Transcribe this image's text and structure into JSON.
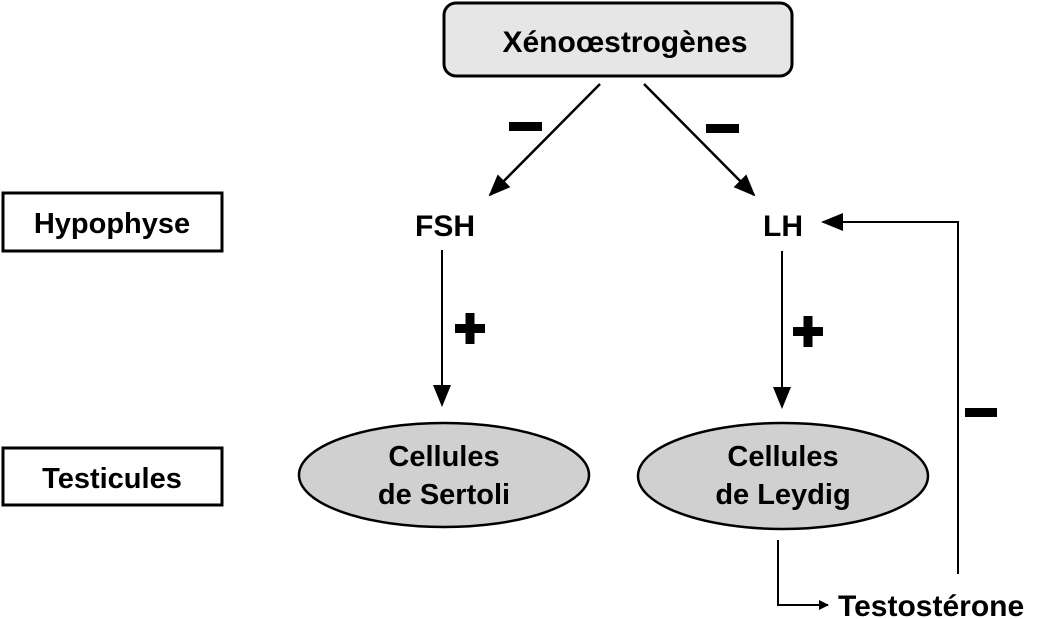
{
  "title_box": {
    "label": "Xénoœstrogènes"
  },
  "level_labels": {
    "hypophyse": "Hypophyse",
    "testicules": "Testicules"
  },
  "hormones": {
    "fsh": "FSH",
    "lh": "LH",
    "testosterone": "Testostérone"
  },
  "cells": {
    "sertoli": {
      "line1": "Cellules",
      "line2": "de Sertoli"
    },
    "leydig": {
      "line1": "Cellules",
      "line2": "de Leydig"
    }
  },
  "effects": {
    "xeno_to_fsh": "–",
    "xeno_to_lh": "–",
    "fsh_to_sertoli": "+",
    "lh_to_leydig": "+",
    "testosterone_to_lh": "–"
  },
  "colors": {
    "box_fill": "#e6e6e6",
    "ellipse_fill": "#d0d0d0",
    "stroke": "#000000"
  }
}
